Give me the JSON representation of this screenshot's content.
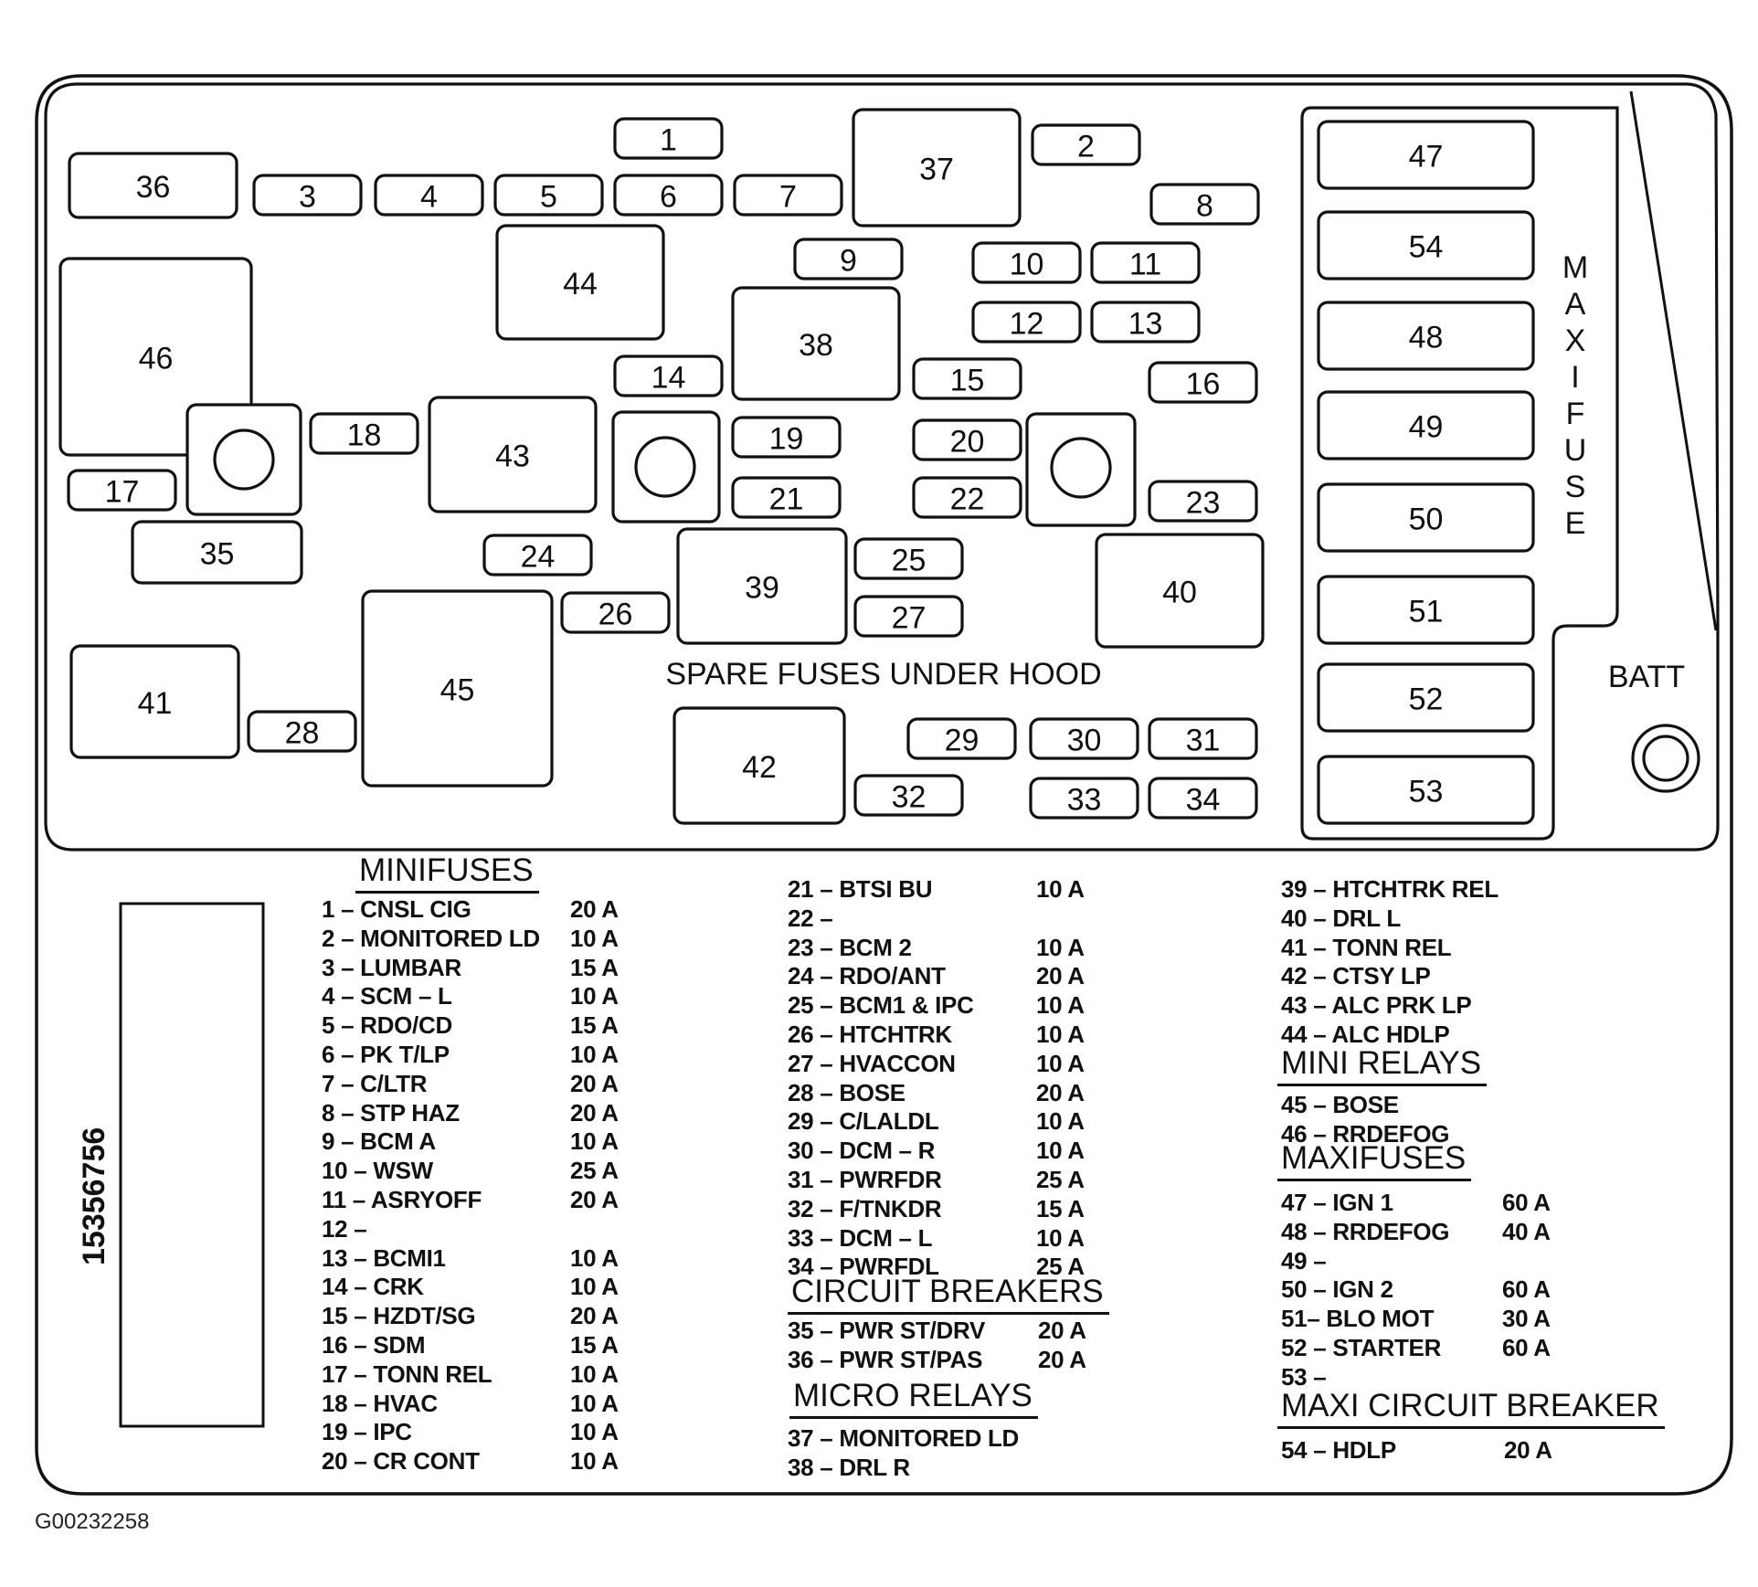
{
  "diagram": {
    "spare_note": "SPARE FUSES UNDER HOOD",
    "maxi_label": "MAXI FUSE",
    "batt_label": "BATT",
    "part_number": "15356756",
    "figure_id": "G00232258"
  },
  "fuse_labels": [
    "1",
    "2",
    "3",
    "4",
    "5",
    "6",
    "7",
    "8",
    "9",
    "10",
    "11",
    "12",
    "13",
    "14",
    "15",
    "16",
    "17",
    "18",
    "19",
    "20",
    "21",
    "22",
    "23",
    "24",
    "25",
    "26",
    "27",
    "28",
    "29",
    "30",
    "31",
    "32",
    "33",
    "34",
    "35",
    "36",
    "37",
    "38",
    "39",
    "40",
    "41",
    "42",
    "43",
    "44",
    "45",
    "46",
    "47",
    "48",
    "49",
    "50",
    "51",
    "52",
    "53",
    "54"
  ],
  "legend": {
    "minifuses_title": "MINIFUSES",
    "minifuses": [
      {
        "name": "1 – CNSL CIG",
        "amp": "20 A"
      },
      {
        "name": "2 – MONITORED LD",
        "amp": "10 A"
      },
      {
        "name": "3 – LUMBAR",
        "amp": "15 A"
      },
      {
        "name": "4 – SCM – L",
        "amp": "10 A"
      },
      {
        "name": "5 – RDO/CD",
        "amp": "15 A"
      },
      {
        "name": "6 – PK T/LP",
        "amp": "10 A"
      },
      {
        "name": "7 – C/LTR",
        "amp": "20 A"
      },
      {
        "name": "8 – STP HAZ",
        "amp": "20 A"
      },
      {
        "name": "9 – BCM A",
        "amp": "10 A"
      },
      {
        "name": "10 – WSW",
        "amp": "25 A"
      },
      {
        "name": "11 – ASRYOFF",
        "amp": "20 A"
      },
      {
        "name": "12 –",
        "amp": ""
      },
      {
        "name": "13 – BCMI1",
        "amp": "10 A"
      },
      {
        "name": "14 – CRK",
        "amp": "10 A"
      },
      {
        "name": "15 – HZDT/SG",
        "amp": "20 A"
      },
      {
        "name": "16 – SDM",
        "amp": "15 A"
      },
      {
        "name": "17 – TONN REL",
        "amp": "10 A"
      },
      {
        "name": "18 – HVAC",
        "amp": "10 A"
      },
      {
        "name": "19 – IPC",
        "amp": "10 A"
      },
      {
        "name": "20 – CR CONT",
        "amp": "10 A"
      }
    ],
    "minifuses_cont": [
      {
        "name": "21 – BTSI BU",
        "amp": "10 A"
      },
      {
        "name": "22 –",
        "amp": ""
      },
      {
        "name": "23 – BCM 2",
        "amp": "10 A"
      },
      {
        "name": "24 – RDO/ANT",
        "amp": "20 A"
      },
      {
        "name": "25 – BCM1 & IPC",
        "amp": "10 A"
      },
      {
        "name": "26 – HTCHTRK",
        "amp": "10 A"
      },
      {
        "name": "27 – HVACCON",
        "amp": "10 A"
      },
      {
        "name": "28 – BOSE",
        "amp": "20 A"
      },
      {
        "name": "29 – C/LALDL",
        "amp": "10 A"
      },
      {
        "name": "30 – DCM – R",
        "amp": "10 A"
      },
      {
        "name": "31 – PWRFDR",
        "amp": "25 A"
      },
      {
        "name": "32 – F/TNKDR",
        "amp": "15 A"
      },
      {
        "name": "33 – DCM – L",
        "amp": "10 A"
      },
      {
        "name": "34 – PWRFDL",
        "amp": "25 A"
      }
    ],
    "circuit_breakers_title": "CIRCUIT BREAKERS",
    "circuit_breakers": [
      {
        "name": "35 – PWR ST/DRV",
        "amp": "20 A"
      },
      {
        "name": "36 – PWR ST/PAS",
        "amp": "20 A"
      }
    ],
    "micro_relays_title": "MICRO RELAYS",
    "micro_relays": [
      {
        "name": "37 – MONITORED LD",
        "amp": ""
      },
      {
        "name": "38 – DRL R",
        "amp": ""
      }
    ],
    "relays_col3": [
      {
        "name": "39 – HTCHTRK REL",
        "amp": ""
      },
      {
        "name": "40 – DRL L",
        "amp": ""
      },
      {
        "name": "41 – TONN REL",
        "amp": ""
      },
      {
        "name": "42 – CTSY LP",
        "amp": ""
      },
      {
        "name": "43 – ALC PRK LP",
        "amp": ""
      },
      {
        "name": "44 – ALC HDLP",
        "amp": ""
      }
    ],
    "mini_relays_title": "MINI RELAYS",
    "mini_relays": [
      {
        "name": "45 – BOSE",
        "amp": ""
      },
      {
        "name": "46 – RRDEFOG",
        "amp": ""
      }
    ],
    "maxifuses_title": "MAXIFUSES",
    "maxifuses": [
      {
        "name": "47 – IGN 1",
        "amp": "60 A"
      },
      {
        "name": "48 – RRDEFOG",
        "amp": "40 A"
      },
      {
        "name": "49 –",
        "amp": ""
      },
      {
        "name": "50 – IGN 2",
        "amp": "60 A"
      },
      {
        "name": "51– BLO MOT",
        "amp": "30 A"
      },
      {
        "name": "52 – STARTER",
        "amp": "60 A"
      },
      {
        "name": "53 –",
        "amp": ""
      }
    ],
    "maxi_cb_title": "MAXI CIRCUIT BREAKER",
    "maxi_cb": [
      {
        "name": "54 – HDLP",
        "amp": "20 A"
      }
    ]
  }
}
